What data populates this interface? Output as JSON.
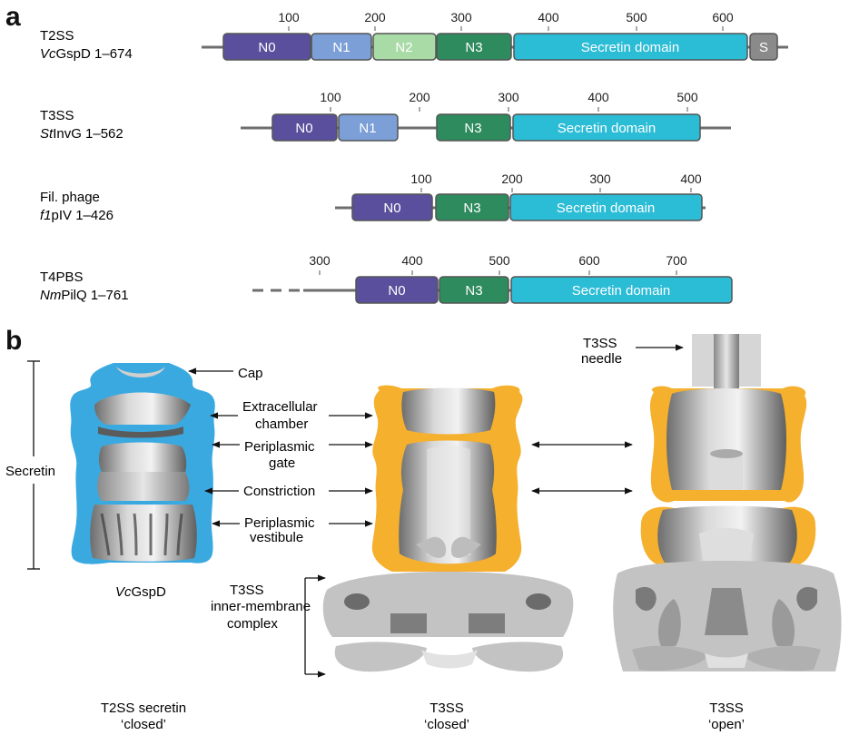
{
  "colors": {
    "N0": "#5a4f9c",
    "N1": "#7b9fd6",
    "N2": "#a9dba6",
    "N3": "#2e8b5e",
    "Secretin": "#2bbcd6",
    "S": "#8a8a8a",
    "line": "#6e6e6e",
    "secretin_vc": "#3aa9e0",
    "secretin_t3": "#f5b02e",
    "structure": "#b5b5b5"
  },
  "panel_a": {
    "label": "a",
    "rows": [
      {
        "line1": "T2SS",
        "line2_italic": "Vc",
        "line2_rest": "GspD 1–674",
        "ticks": [
          "100",
          "200",
          "300",
          "400",
          "500",
          "600"
        ],
        "domains": [
          {
            "label": "N0",
            "key": "N0"
          },
          {
            "label": "N1",
            "key": "N1"
          },
          {
            "label": "N2",
            "key": "N2"
          },
          {
            "label": "N3",
            "key": "N3"
          },
          {
            "label": "Secretin domain",
            "key": "Secretin"
          },
          {
            "label": "S",
            "key": "S"
          }
        ]
      },
      {
        "line1": "T3SS",
        "line2_italic": "St",
        "line2_rest": "InvG 1–562",
        "ticks": [
          "100",
          "200",
          "300",
          "400",
          "500"
        ],
        "domains": [
          {
            "label": "N0",
            "key": "N0"
          },
          {
            "label": "N1",
            "key": "N1"
          },
          {
            "label": "N3",
            "key": "N3"
          },
          {
            "label": "Secretin domain",
            "key": "Secretin"
          }
        ]
      },
      {
        "line1": "Fil. phage",
        "line2_italic": "f1",
        "line2_rest": "pIV 1–426",
        "ticks": [
          "100",
          "200",
          "300",
          "400"
        ],
        "domains": [
          {
            "label": "N0",
            "key": "N0"
          },
          {
            "label": "N3",
            "key": "N3"
          },
          {
            "label": "Secretin domain",
            "key": "Secretin"
          }
        ]
      },
      {
        "line1": "T4PBS",
        "line2_italic": "Nm",
        "line2_rest": "PilQ 1–761",
        "ticks": [
          "300",
          "400",
          "500",
          "600",
          "700"
        ],
        "domains": [
          {
            "label": "N0",
            "key": "N0"
          },
          {
            "label": "N3",
            "key": "N3"
          },
          {
            "label": "Secretin domain",
            "key": "Secretin"
          }
        ]
      }
    ]
  },
  "panel_b": {
    "label": "b",
    "secretin_bracket": "Secretin",
    "cap": "Cap",
    "extracellular_1": "Extracellular",
    "extracellular_2": "chamber",
    "gate_1": "Periplasmic",
    "gate_2": "gate",
    "constriction": "Constriction",
    "vestibule_1": "Periplasmic",
    "vestibule_2": "vestibule",
    "vc_italic": "Vc",
    "vc_rest": "GspD",
    "imc_1": "T3SS",
    "imc_2": "inner-membrane",
    "imc_3": "complex",
    "needle_1": "T3SS",
    "needle_2": "needle",
    "cap_t2_1": "T2SS secretin",
    "cap_t2_2": "‘closed’",
    "cap_t3c_1": "T3SS",
    "cap_t3c_2": "‘closed’",
    "cap_t3o_1": "T3SS",
    "cap_t3o_2": "‘open’"
  }
}
